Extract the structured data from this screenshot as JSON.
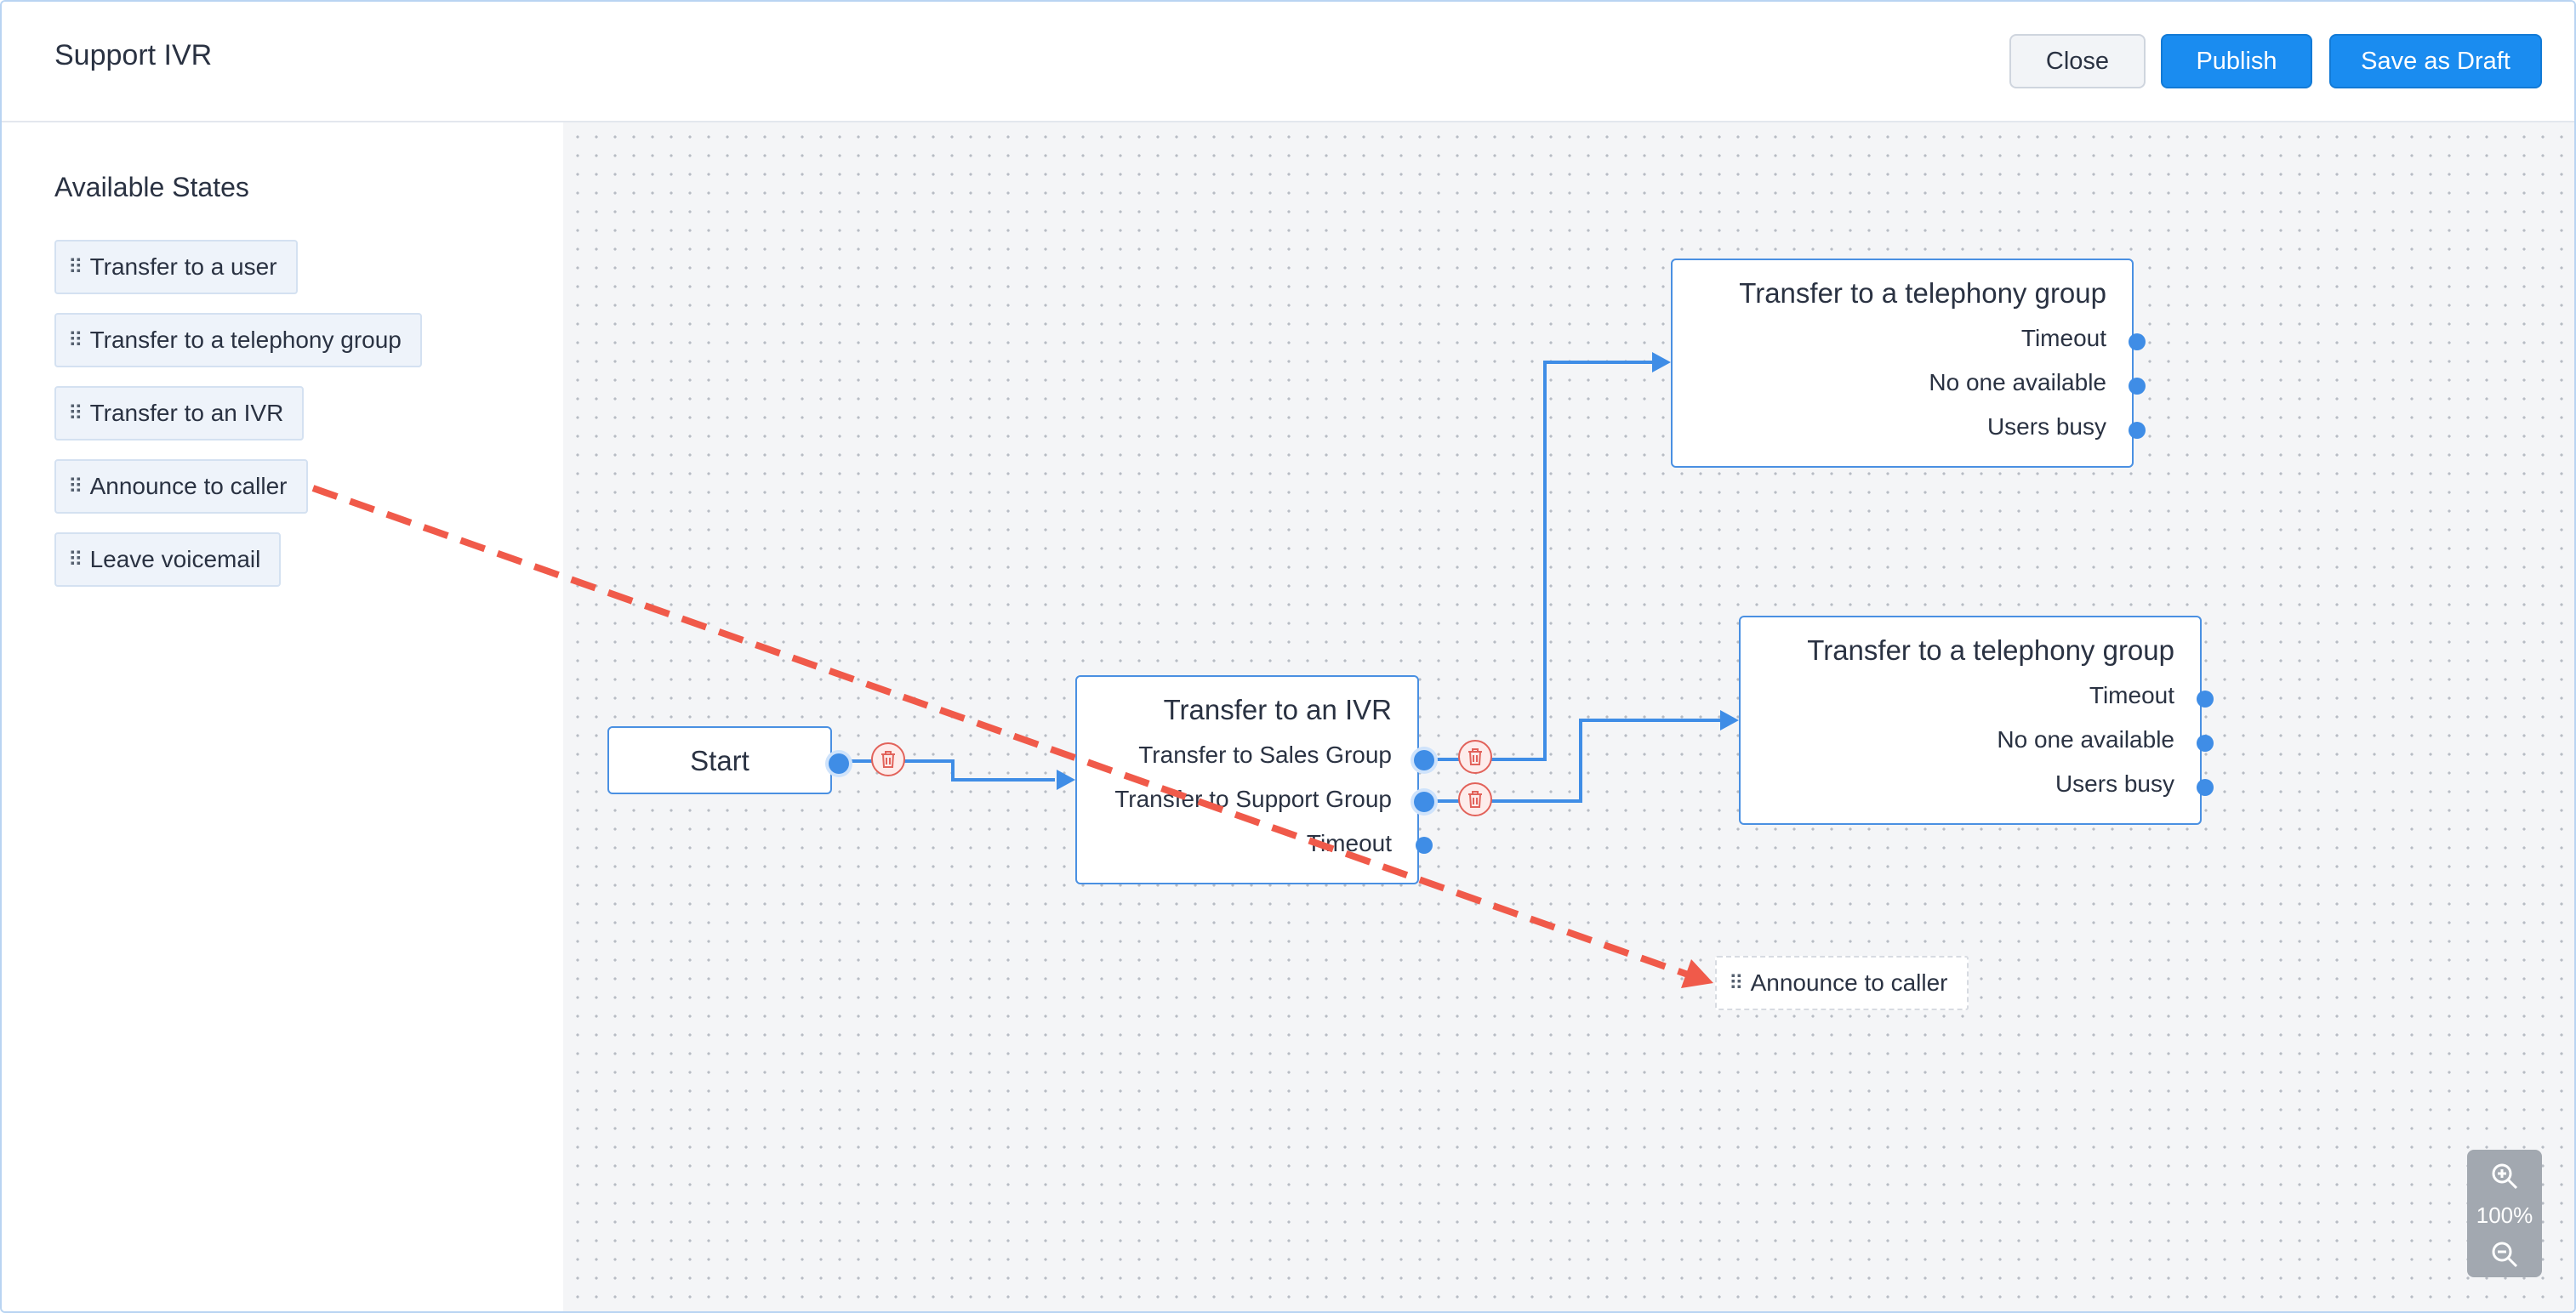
{
  "window": {
    "title": "Support IVR"
  },
  "header": {
    "close_label": "Close",
    "publish_label": "Publish",
    "draft_label": "Save as Draft"
  },
  "sidebar": {
    "title": "Available States",
    "states": [
      {
        "label": "Transfer to a user"
      },
      {
        "label": "Transfer to a telephony group"
      },
      {
        "label": "Transfer to an IVR"
      },
      {
        "label": "Announce to caller"
      },
      {
        "label": "Leave voicemail"
      }
    ]
  },
  "canvas": {
    "start": {
      "label": "Start"
    },
    "ivr_node": {
      "title": "Transfer to an IVR",
      "ports": [
        {
          "label": "Transfer to Sales Group"
        },
        {
          "label": "Transfer to Support Group"
        },
        {
          "label": "Timeout"
        }
      ]
    },
    "group_nodes": [
      {
        "title": "Transfer to a telephony group",
        "ports": [
          {
            "label": "Timeout"
          },
          {
            "label": "No one available"
          },
          {
            "label": "Users busy"
          }
        ]
      },
      {
        "title": "Transfer to a telephony group",
        "ports": [
          {
            "label": "Timeout"
          },
          {
            "label": "No one available"
          },
          {
            "label": "Users busy"
          }
        ]
      }
    ],
    "drag_ghost": {
      "label": "Announce to caller"
    }
  },
  "zoom": {
    "level": "100%"
  },
  "colors": {
    "accent": "#1a8cf0",
    "connector": "#3f8de6",
    "drag_arrow": "#f05a4a",
    "delete": "#e2625a"
  },
  "icons": {
    "grip": "drag-handle-icon",
    "trash": "trash-icon",
    "zoom_in": "zoom-in-icon",
    "zoom_out": "zoom-out-icon"
  }
}
